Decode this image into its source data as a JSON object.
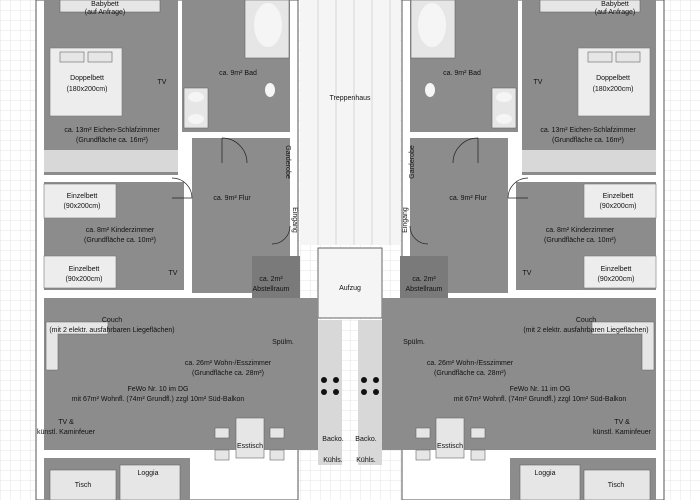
{
  "labels": {
    "stair": "Treppenhaus",
    "lift": "Aufzug",
    "left": {
      "baby_bed": "Babybett",
      "baby_bed_note": "(auf Anfrage)",
      "double_bed": "Doppelbett",
      "double_bed_size": "(180x200cm)",
      "tv_top": "TV",
      "bath": "ca. 9m² Bad",
      "bedroom_name": "ca. 13m² Eichen-Schlafzimmer",
      "bedroom_area": "(Grundfläche ca. 16m²)",
      "garderobe": "Garderobe",
      "flur": "ca. 9m² Flur",
      "eingang": "Eingang",
      "single_bed_1": "Einzelbett",
      "single_bed_1_size": "(90x200cm)",
      "kids_name": "ca. 8m² Kinderzimmer",
      "kids_area": "(Grundfläche ca. 10m²)",
      "single_bed_2": "Einzelbett",
      "single_bed_2_size": "(90x200cm)",
      "tv_kids": "TV",
      "storage_area": "ca. 2m²",
      "storage_name": "Abstellraum",
      "couch": "Couch",
      "couch_note": "(mit 2 elektr. ausfahrbaren Liegeflächen)",
      "spuelm": "Spülm.",
      "living_name": "ca. 26m² Wohn-/Esszimmer",
      "living_area": "(Grundfläche ca. 28m²)",
      "fewo_title": "FeWo Nr. 10 im DG",
      "fewo_detail": "mit 67m² Wohnfl. (74m² Grundfl.) zzgl 10m² Süd-Balkon",
      "tv_fire_1": "TV &",
      "tv_fire_2": "künstl. Kaminfeuer",
      "esstisch": "Esstisch",
      "backo": "Backo.",
      "kuehls": "Kühls.",
      "loggia": "Loggia",
      "tisch": "Tisch"
    },
    "right": {
      "baby_bed": "Babybett",
      "baby_bed_note": "(auf Anfrage)",
      "double_bed": "Doppelbett",
      "double_bed_size": "(180x200cm)",
      "tv_top": "TV",
      "bath": "ca. 9m² Bad",
      "bedroom_name": "ca. 13m² Eichen-Schlafzimmer",
      "bedroom_area": "(Grundfläche ca. 16m²)",
      "garderobe": "Garderobe",
      "flur": "ca. 9m² Flur",
      "eingang": "Eingang",
      "single_bed_1": "Einzelbett",
      "single_bed_1_size": "(90x200cm)",
      "kids_name": "ca. 8m² Kinderzimmer",
      "kids_area": "(Grundfläche ca. 10m²)",
      "single_bed_2": "Einzelbett",
      "single_bed_2_size": "(90x200cm)",
      "tv_kids": "TV",
      "storage_area": "ca. 2m²",
      "storage_name": "Abstellraum",
      "couch": "Couch",
      "couch_note": "(mit 2 elektr. ausfahrbaren Liegeflächen)",
      "spuelm": "Spülm.",
      "living_name": "ca. 26m² Wohn-/Esszimmer",
      "living_area": "(Grundfläche ca. 28m²)",
      "fewo_title": "FeWo Nr. 11 im OG",
      "fewo_detail": "mit 67m² Wohnfl. (74m² Grundfl.) zzgl 10m² Süd-Balkon",
      "tv_fire_1": "TV &",
      "tv_fire_2": "künstl. Kaminfeuer",
      "esstisch": "Esstisch",
      "backo": "Backo.",
      "kuehls": "Kühls.",
      "loggia": "Loggia",
      "tisch": "Tisch"
    }
  }
}
